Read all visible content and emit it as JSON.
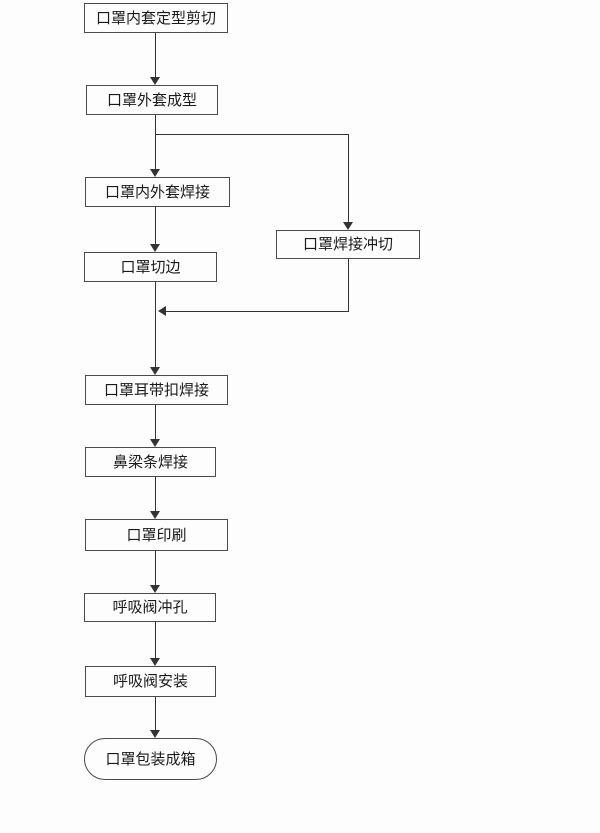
{
  "diagram": {
    "type": "flowchart",
    "background_color": "#fdfdfd",
    "line_color": "#333333",
    "border_color": "#4a4a4a",
    "text_color": "#1a1a1a",
    "nodes": [
      {
        "id": "n1",
        "label": "口罩内套定型剪切",
        "shape": "rect"
      },
      {
        "id": "n2",
        "label": "口罩外套成型",
        "shape": "rect"
      },
      {
        "id": "n3",
        "label": "口罩内外套焊接",
        "shape": "rect"
      },
      {
        "id": "n4",
        "label": "口罩切边",
        "shape": "rect"
      },
      {
        "id": "n5",
        "label": "口罩焊接冲切",
        "shape": "rect"
      },
      {
        "id": "n6",
        "label": "口罩耳带扣焊接",
        "shape": "rect"
      },
      {
        "id": "n7",
        "label": "鼻梁条焊接",
        "shape": "rect"
      },
      {
        "id": "n8",
        "label": "口罩印刷",
        "shape": "rect"
      },
      {
        "id": "n9",
        "label": "呼吸阀冲孔",
        "shape": "rect"
      },
      {
        "id": "n10",
        "label": "呼吸阀安装",
        "shape": "rect"
      },
      {
        "id": "n11",
        "label": "口罩包装成箱",
        "shape": "stadium"
      }
    ],
    "edges": [
      {
        "from": "口罩内套定型剪切",
        "to": "口罩外套成型"
      },
      {
        "from": "口罩外套成型",
        "to": "口罩内外套焊接"
      },
      {
        "from": "口罩外套成型",
        "to": "口罩焊接冲切"
      },
      {
        "from": "口罩内外套焊接",
        "to": "口罩切边"
      },
      {
        "from": "口罩焊接冲切",
        "to": "口罩耳带扣焊接"
      },
      {
        "from": "口罩切边",
        "to": "口罩耳带扣焊接"
      },
      {
        "from": "口罩耳带扣焊接",
        "to": "鼻梁条焊接"
      },
      {
        "from": "鼻梁条焊接",
        "to": "口罩印刷"
      },
      {
        "from": "口罩印刷",
        "to": "呼吸阀冲孔"
      },
      {
        "from": "呼吸阀冲孔",
        "to": "呼吸阀安装"
      },
      {
        "from": "呼吸阀安装",
        "to": "口罩包装成箱"
      }
    ]
  }
}
